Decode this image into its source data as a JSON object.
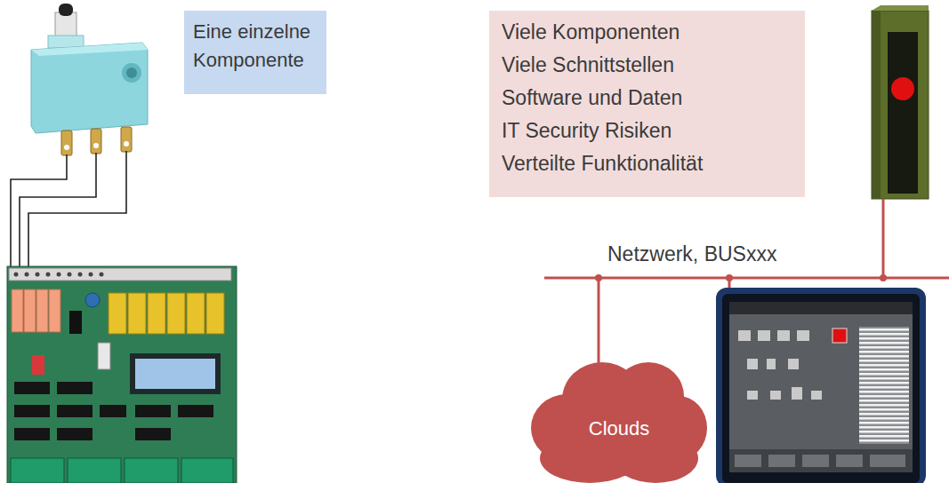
{
  "diagram": {
    "nodes": [
      {
        "text": [
          "Eine einzelne Komponente"
        ]
      },
      {
        "text": [
          "Viele Komponenten",
          "Viele Schnittstellen",
          "Software und Daten",
          "IT Security Risiken",
          "Verteilte Funktionalität"
        ]
      },
      {
        "text": [
          "Clouds"
        ]
      }
    ],
    "labels": [
      "Netzwerk, BUSxxx"
    ]
  }
}
